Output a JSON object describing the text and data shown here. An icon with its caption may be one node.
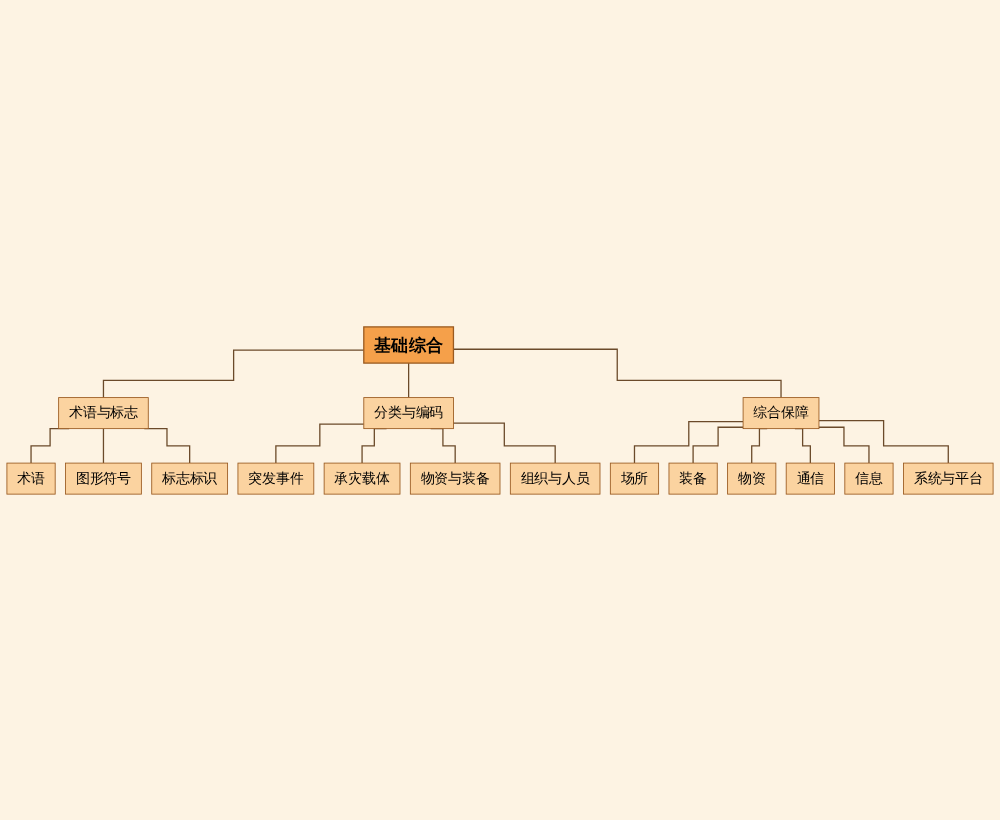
{
  "diagram": {
    "nodes": [
      {
        "text": [
          "基础综合"
        ]
      },
      {
        "text": [
          "术语与标志"
        ]
      },
      {
        "text": [
          "分类与编码"
        ]
      },
      {
        "text": [
          "综合保障"
        ]
      },
      {
        "text": [
          "术语"
        ]
      },
      {
        "text": [
          "图形符号"
        ]
      },
      {
        "text": [
          "标志标识"
        ]
      },
      {
        "text": [
          "突发事件"
        ]
      },
      {
        "text": [
          "承灾载体"
        ]
      },
      {
        "text": [
          "物资与装备"
        ]
      },
      {
        "text": [
          "组织与人员"
        ]
      },
      {
        "text": [
          "场所"
        ]
      },
      {
        "text": [
          "装备"
        ]
      },
      {
        "text": [
          "物资"
        ]
      },
      {
        "text": [
          "通信"
        ]
      },
      {
        "text": [
          "信息"
        ]
      },
      {
        "text": [
          "系统与平台"
        ]
      }
    ],
    "edges": [
      {
        "from": 0,
        "to": 1,
        "arrow": "none"
      },
      {
        "from": 0,
        "to": 2,
        "arrow": "none"
      },
      {
        "from": 0,
        "to": 3,
        "arrow": "none"
      },
      {
        "from": 1,
        "to": 4,
        "arrow": "none"
      },
      {
        "from": 1,
        "to": 5,
        "arrow": "none"
      },
      {
        "from": 1,
        "to": 6,
        "arrow": "none"
      },
      {
        "from": 2,
        "to": 7,
        "arrow": "none"
      },
      {
        "from": 2,
        "to": 8,
        "arrow": "none"
      },
      {
        "from": 2,
        "to": 9,
        "arrow": "none"
      },
      {
        "from": 2,
        "to": 10,
        "arrow": "none"
      },
      {
        "from": 3,
        "to": 11,
        "arrow": "none"
      },
      {
        "from": 3,
        "to": 12,
        "arrow": "none"
      },
      {
        "from": 3,
        "to": 13,
        "arrow": "none"
      },
      {
        "from": 3,
        "to": 14,
        "arrow": "none"
      },
      {
        "from": 3,
        "to": 15,
        "arrow": "none"
      },
      {
        "from": 3,
        "to": 16,
        "arrow": "none"
      }
    ]
  }
}
